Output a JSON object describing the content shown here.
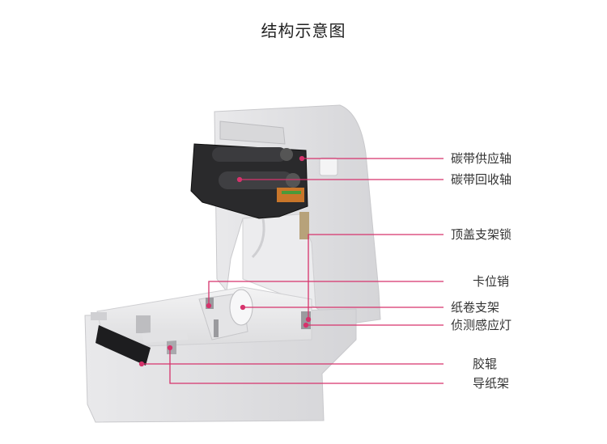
{
  "title": "结构示意图",
  "accent_color": "#d6336c",
  "labels": [
    {
      "id": "ribbon-supply-shaft",
      "text": "碳带供应轴"
    },
    {
      "id": "ribbon-rewind-shaft",
      "text": "碳带回收轴"
    },
    {
      "id": "top-cover-lock",
      "text": "顶盖支架锁"
    },
    {
      "id": "locking-pin",
      "text": "卡位销"
    },
    {
      "id": "paper-roll-holder",
      "text": "纸卷支架"
    },
    {
      "id": "detection-sensor-light",
      "text": "侦测感应灯"
    },
    {
      "id": "rubber-roller",
      "text": "胶辊"
    },
    {
      "id": "paper-guide",
      "text": "导纸架"
    }
  ]
}
